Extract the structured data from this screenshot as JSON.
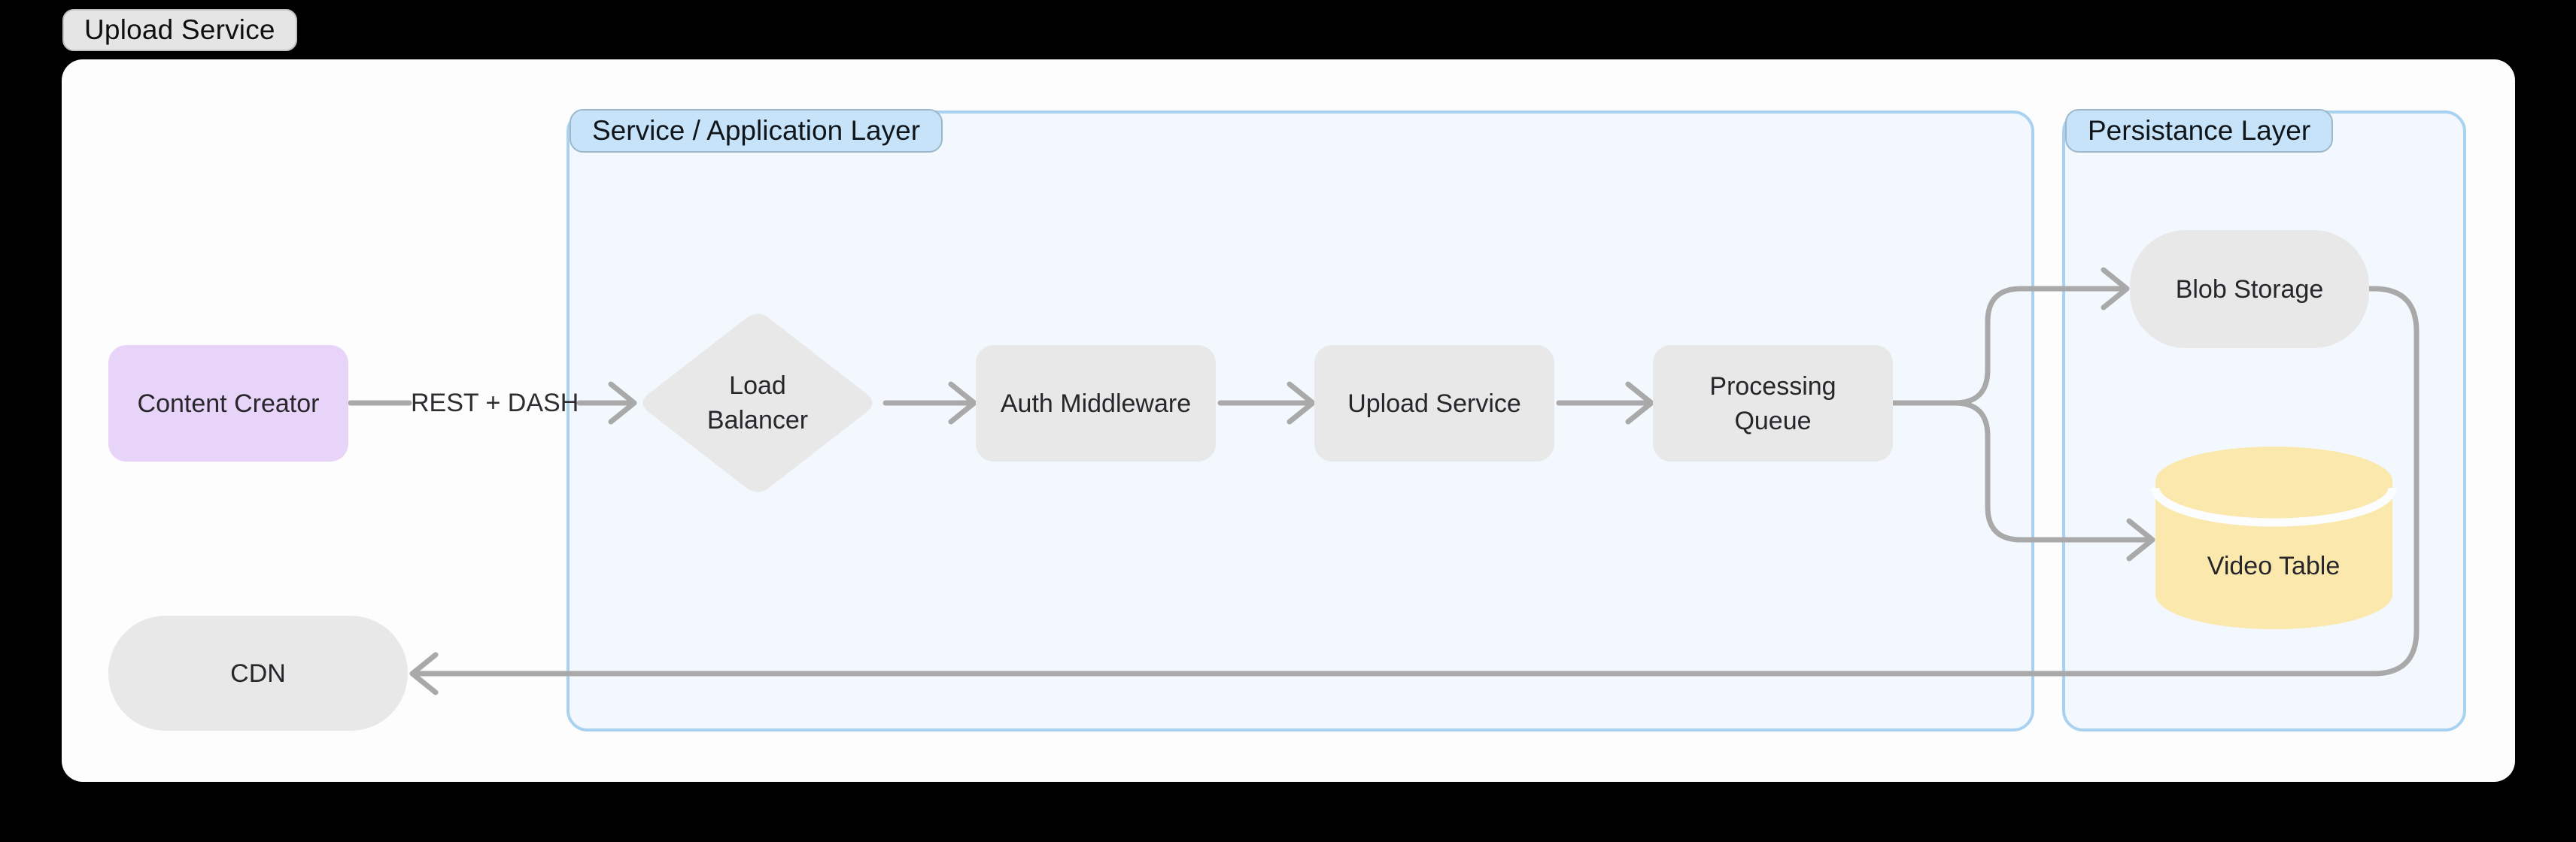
{
  "tab": {
    "label": "Upload Service"
  },
  "containers": [
    {
      "id": "service-application-layer",
      "label": "Service / Application Layer"
    },
    {
      "id": "persistance-layer",
      "label": "Persistance Layer"
    }
  ],
  "nodes": {
    "content_creator": "Content Creator",
    "load_balancer": "Load Balancer",
    "auth_middleware": "Auth Middleware",
    "upload_service": "Upload Service",
    "processing_queue": "Processing Queue",
    "blob_storage": "Blob Storage",
    "video_table": "Video Table",
    "cdn": "CDN"
  },
  "edges": {
    "rest_dash_label": "REST + DASH",
    "connections": [
      {
        "from": "content_creator",
        "to": "load_balancer",
        "label": "REST + DASH"
      },
      {
        "from": "load_balancer",
        "to": "auth_middleware"
      },
      {
        "from": "auth_middleware",
        "to": "upload_service"
      },
      {
        "from": "upload_service",
        "to": "processing_queue"
      },
      {
        "from": "processing_queue",
        "to": "blob_storage"
      },
      {
        "from": "processing_queue",
        "to": "video_table"
      },
      {
        "from": "blob_storage",
        "to": "cdn"
      }
    ]
  },
  "colors": {
    "background": "#000000",
    "canvas": "#fdfdfd",
    "container_fill": "#f2f8fe",
    "container_border": "#a9d2f0",
    "label_pill_fill": "#c6e3f9",
    "label_pill_border": "#9eb7c8",
    "node_gray": "#e8e8e8",
    "node_purple": "#e8d4f9",
    "node_yellow": "#fbe8ad",
    "arrow_gray": "#a9a9a9",
    "tab_fill": "#e5e5e5",
    "text": "#26262b"
  }
}
